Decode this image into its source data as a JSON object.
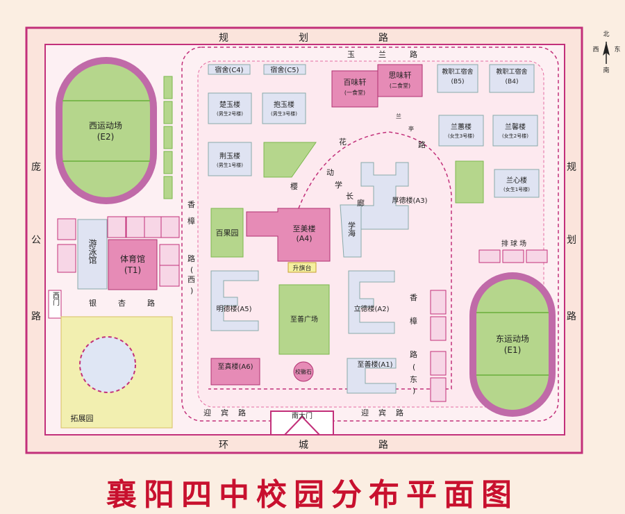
{
  "title": "襄阳四中校园分布平面图",
  "compass": {
    "north": "北",
    "south": "南",
    "east": "东",
    "west": "西"
  },
  "roads": {
    "top": [
      "规",
      "划",
      "路"
    ],
    "bottom": [
      "环",
      "城",
      "路"
    ],
    "left": [
      "庞",
      "公",
      "路"
    ],
    "right": [
      "规",
      "划",
      "路"
    ],
    "yulan": [
      "玉",
      "兰",
      "路"
    ],
    "yingbin_left": [
      "迎",
      "宾",
      "路"
    ],
    "yingbin_right": [
      "迎",
      "宾",
      "路"
    ],
    "yinxing": [
      "银",
      "杏",
      "路"
    ],
    "xiangzhang_west": [
      "香",
      "樟",
      "路",
      "(",
      "西",
      ")"
    ],
    "xiangzhang_east": [
      "香",
      "樟",
      "路",
      "(",
      "东",
      ")"
    ],
    "huaying": [
      "花",
      "樱"
    ],
    "lanting": [
      "兰",
      "亭",
      "路"
    ],
    "langlang": [
      "动",
      "学",
      "长",
      "廊"
    ],
    "paiqiu": "排 球 场"
  },
  "places": {
    "west_field": {
      "name": "西运动场",
      "code": "(E2)"
    },
    "east_field": {
      "name": "东运动场",
      "code": "(E1)"
    },
    "pool": "游泳馆",
    "gym": {
      "name": "体育馆",
      "code": "(T1)"
    },
    "west_gate": "西门",
    "south_gate": "南大门",
    "tuozhan": "拓展园",
    "baiguoyuan": "百果园",
    "zhimei": {
      "name": "至美楼",
      "code": "(A4)"
    },
    "shengqitai": "升旗台",
    "xuehai": "学海",
    "houde": "厚德楼(A3)",
    "mingde": "明德楼(A5)",
    "zhishan_sq": "至善广场",
    "lide": "立德楼(A2)",
    "zhizhen": "至真楼(A6)",
    "xiaohuishi": "校徽石",
    "zhishan_b": "至善楼(A1)",
    "dorm_c4": "宿舍(C4)",
    "dorm_c5": "宿舍(C5)",
    "baiwei": {
      "name": "百味轩",
      "sub": "(一食堂)"
    },
    "siwei": {
      "name": "思味轩",
      "sub": "(二食堂)"
    },
    "staff_b5": {
      "name": "教职工宿舍",
      "code": "(B5)"
    },
    "staff_b4": {
      "name": "教职工宿舍",
      "code": "(B4)"
    },
    "chuyu": {
      "name": "楚玉楼",
      "sub": "(男生2号楼)"
    },
    "baoyu": {
      "name": "抱玉楼",
      "sub": "(男生3号楼)"
    },
    "jingyu": {
      "name": "荆玉楼",
      "sub": "(男生1号楼)"
    },
    "lanhui": {
      "name": "兰蕙楼",
      "sub": "(女生3号楼)"
    },
    "lanxin_b": {
      "name": "兰馨楼",
      "sub": "(女生2号楼)"
    },
    "lanxin": {
      "name": "兰心楼",
      "sub": "(女生1号楼)"
    }
  }
}
